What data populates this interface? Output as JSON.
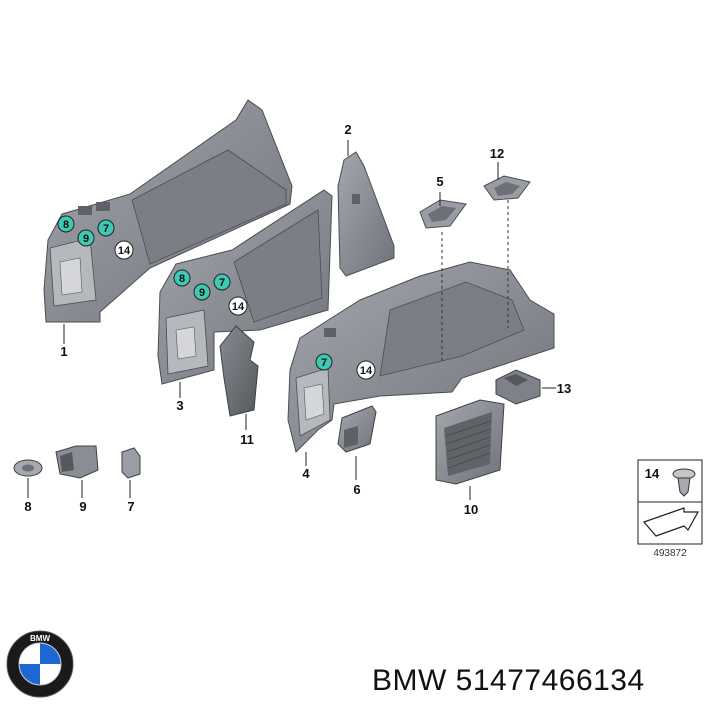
{
  "brand": {
    "logo_letters": "BMW",
    "footer_text": "BMW 51477466134",
    "colors": {
      "logo_blue": "#1c69d4",
      "logo_ring": "#1a1a1a",
      "highlight": "#3fc9b4",
      "part_gray": "#8c8f95"
    }
  },
  "callouts": {
    "p1": "1",
    "p2": "2",
    "p3": "3",
    "p4": "4",
    "p5": "5",
    "p6": "6",
    "p7": "7",
    "p8": "8",
    "p9": "9",
    "p10": "10",
    "p11": "11",
    "p12": "12",
    "p13": "13"
  },
  "circled": {
    "c8a": "8",
    "c9a": "9",
    "c7a": "7",
    "c14a": "14",
    "c8b": "8",
    "c9b": "9",
    "c7b": "7",
    "c14b": "14",
    "c7c": "7",
    "c14c": "14"
  },
  "legend": {
    "number": "14",
    "doc_number": "493872"
  }
}
